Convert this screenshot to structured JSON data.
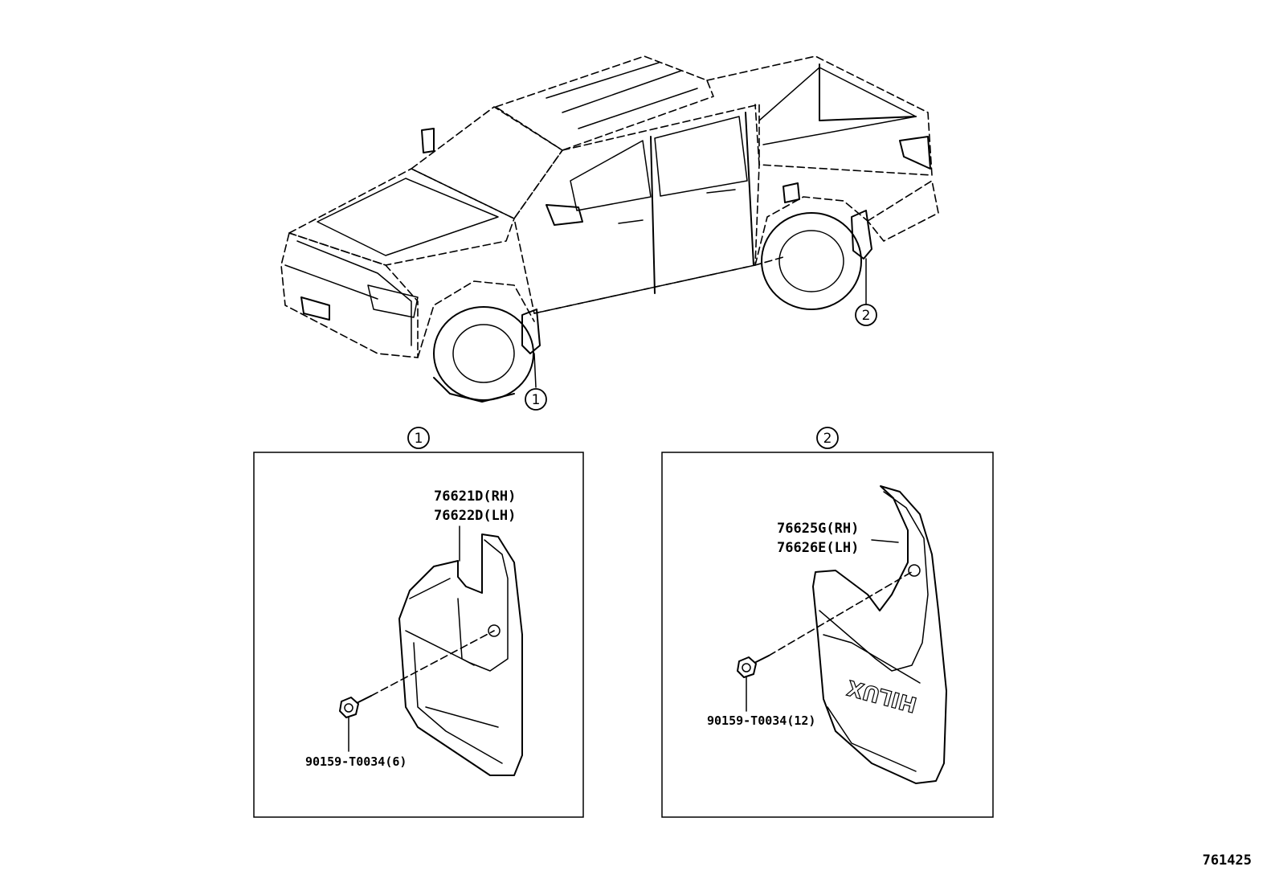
{
  "callouts": {
    "front": "1",
    "rear": "2"
  },
  "detail_front": {
    "heading": "1",
    "part_rh": "76621D(RH)",
    "part_lh": "76622D(LH)",
    "screw": "90159-T0034(6)"
  },
  "detail_rear": {
    "heading": "2",
    "part_rh": "76625G(RH)",
    "part_lh": "76626E(LH)",
    "screw": "90159-T0034(12)",
    "embossed_text": "HILUX"
  },
  "illustration_id": "761425"
}
